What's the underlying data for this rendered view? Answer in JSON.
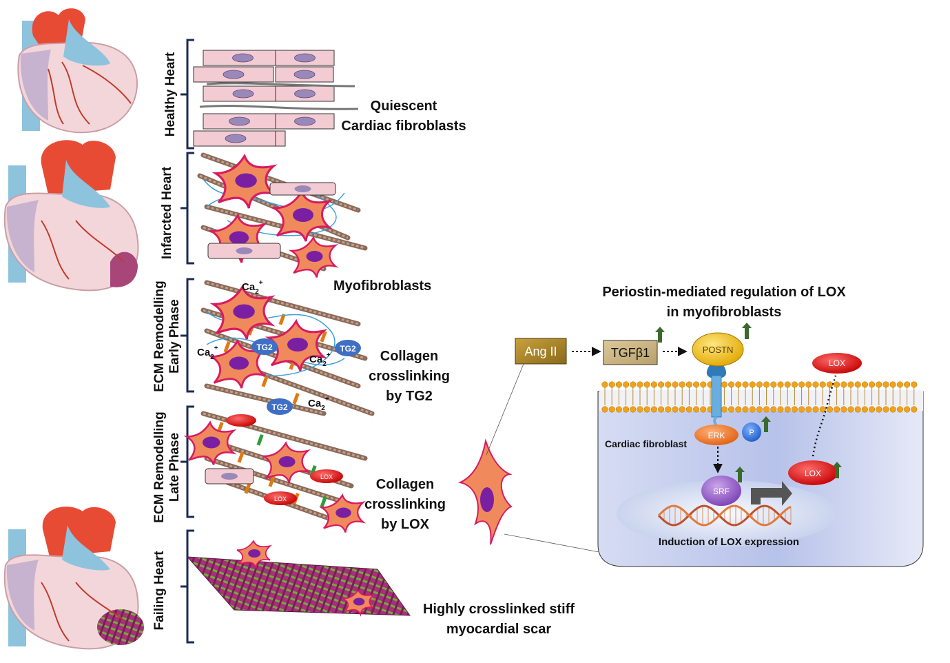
{
  "stages": {
    "healthy": {
      "label": "Healthy Heart"
    },
    "infarcted": {
      "label": "Infarcted Heart"
    },
    "early": {
      "label_line1": "ECM Remodelling",
      "label_line2": "Early Phase"
    },
    "late": {
      "label_line1": "ECM Remodelling",
      "label_line2": "Late Phase"
    },
    "failing": {
      "label": "Failing  Heart"
    }
  },
  "descriptions": {
    "quiescent": {
      "line1": "Quiescent",
      "line2": "Cardiac fibroblasts"
    },
    "myofibroblasts": "Myofibroblasts",
    "tg2": {
      "line1": "Collagen",
      "line2": "crosslinking",
      "line3": "by TG2"
    },
    "lox": {
      "line1": "Collagen",
      "line2": "crosslinking",
      "line3": "by LOX"
    },
    "scar": {
      "line1": "Highly crosslinked stiff",
      "line2": "myocardial scar"
    }
  },
  "markers": {
    "ca_base": "Ca",
    "ca_sub": "2",
    "ca_sup": "+",
    "tg2": "TG2",
    "lox": "LOX"
  },
  "pathway": {
    "title_line1": "Periostin-mediated regulation of LOX",
    "title_line2": "in myofibroblasts",
    "ang2": "Ang II",
    "tgfb1": "TGFβ1",
    "postn": "POSTN",
    "lox_secreted": "LOX",
    "cell_label": "Cardiac fibroblast",
    "erk": "ERK",
    "phospho": "P",
    "srf": "SRF",
    "lox_intracellular": "LOX",
    "induction": "Induction of LOX expression"
  },
  "colors": {
    "cell_pink": "#f3cbd2",
    "nucleus": "#9a88b8",
    "myofibroblast": "#f08a5c",
    "myofibroblast_edge": "#d81b60",
    "nucleus_dark": "#7b1fa2",
    "tg2_blue": "#3f6fc4",
    "lox_red": "#e01010",
    "collagen": "#8a6a5a",
    "cell_bg": "#c8d2ee",
    "postn_yellow": "#f4c20d",
    "ang2_box": "#b38a2a",
    "arrow_green": "#3a6b2a"
  }
}
